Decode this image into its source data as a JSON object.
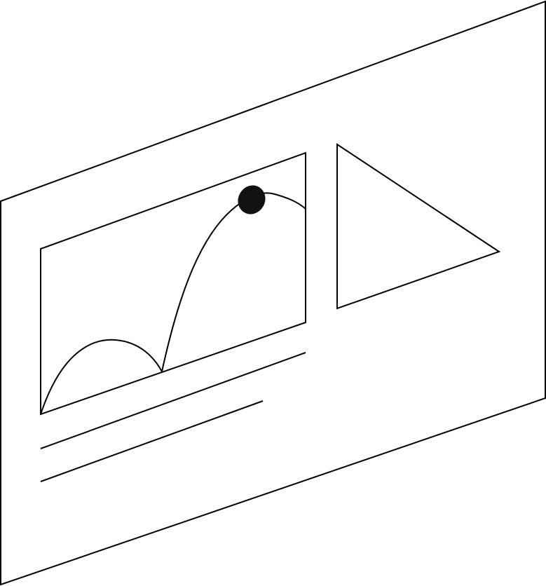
{
  "diagram": {
    "description_free": true,
    "colors": {
      "stroke": "#000000",
      "ball": "#111111",
      "background": "#ffffff"
    },
    "icons": {
      "panel": "slanted-panel-outline",
      "video": "video-frame-outline",
      "play": "play-triangle-icon",
      "ball": "bouncing-ball",
      "trajectory": "bounce-trajectory"
    }
  }
}
